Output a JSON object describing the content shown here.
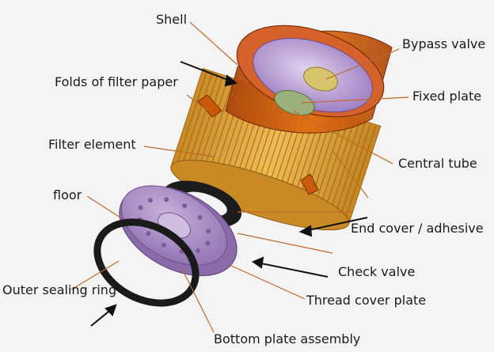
{
  "labels": {
    "shell": "Shell",
    "folds": "Folds of filter paper",
    "filter_element": "Filter element",
    "floor": "floor",
    "outer_ring": "Outer sealing ring",
    "bypass_valve": "Bypass valve",
    "fixed_plate": "Fixed plate",
    "central_tube": "Central tube",
    "end_cover": "End cover / adhesive",
    "check_valve": "Check valve",
    "thread_plate": "Thread cover plate",
    "bottom_plate": "Bottom plate assembly"
  },
  "colors": {
    "leader": "#c0692a",
    "shell": "#c85a0a",
    "shell_dark": "#8a3208",
    "paper": "#e0a538",
    "paper_dark": "#b57a1e",
    "purple": "#b79ad2",
    "seal": "#1c1c1c"
  }
}
